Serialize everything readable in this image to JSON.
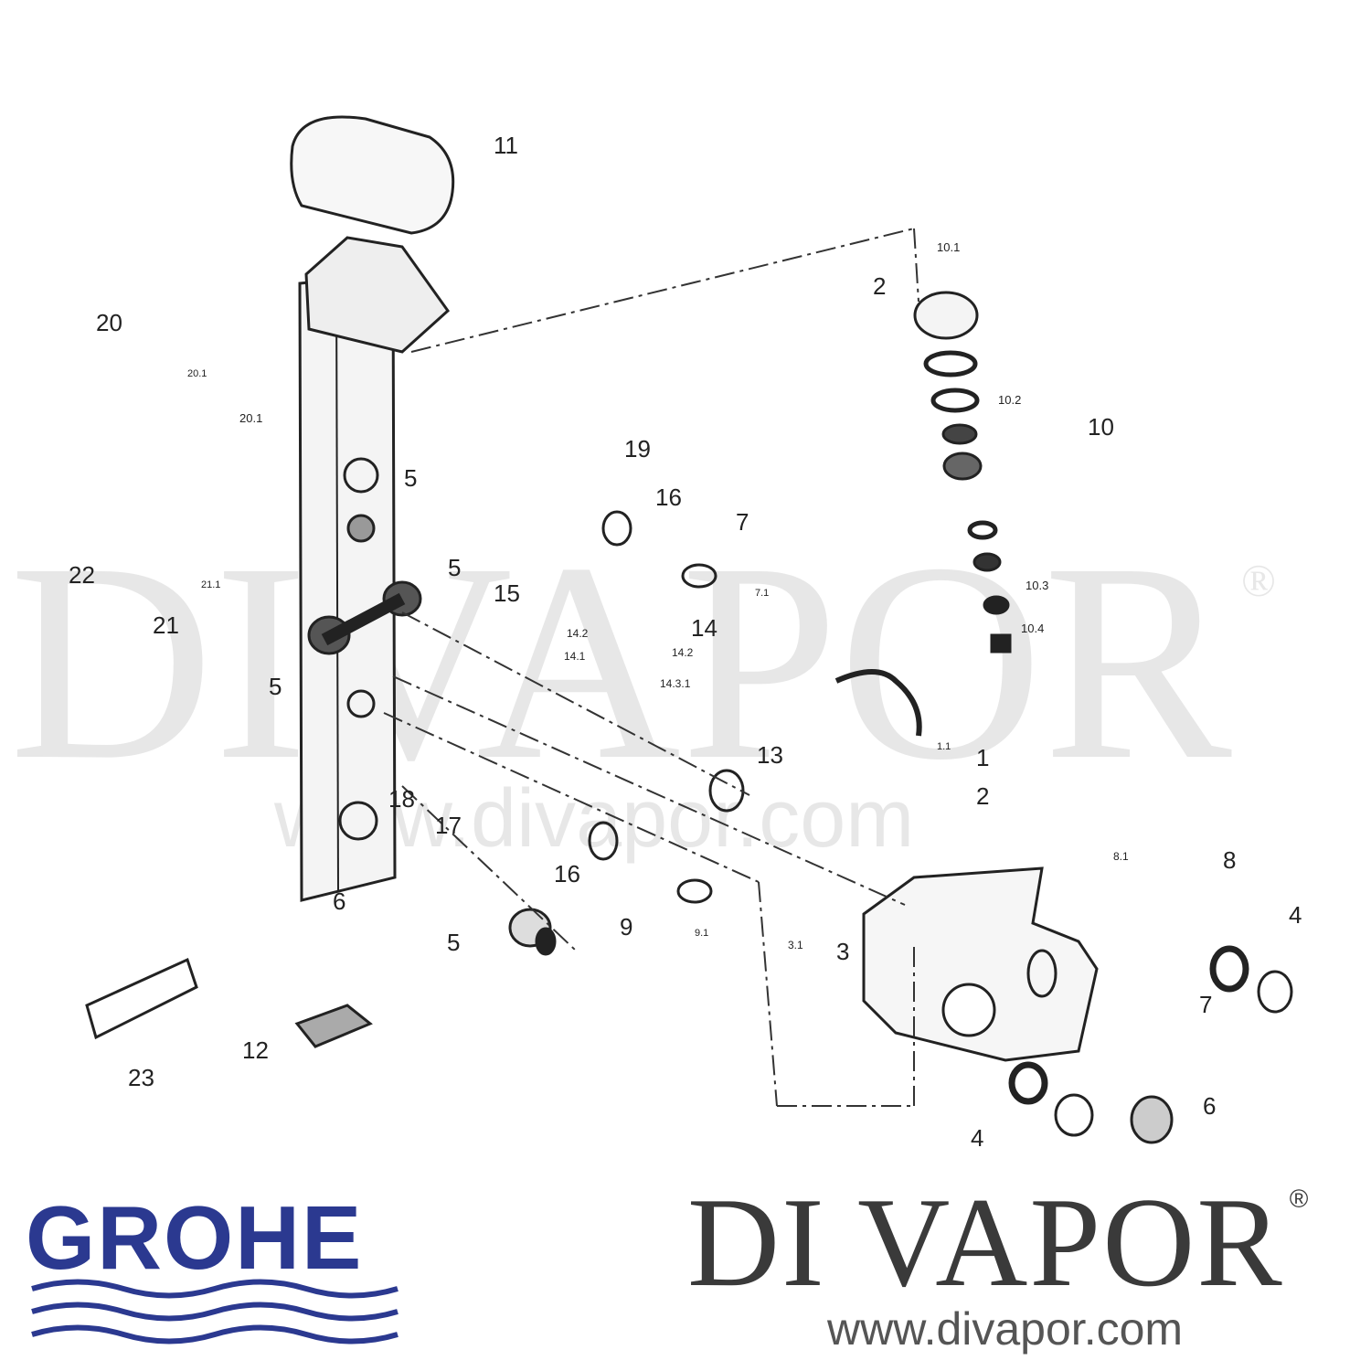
{
  "diagram": {
    "callouts": [
      "11",
      "10.1",
      "2",
      "10.2",
      "10",
      "10.3",
      "10.4",
      "20",
      "20.1",
      "20.1",
      "5",
      "19",
      "16",
      "7",
      "7.1",
      "22",
      "21.1",
      "21",
      "5",
      "15",
      "14",
      "14.2",
      "14.1",
      "14.2",
      "14.3.1",
      "5",
      "13",
      "1.1",
      "1",
      "2",
      "18",
      "17",
      "16",
      "9",
      "9.1",
      "5",
      "6",
      "3.1",
      "3",
      "8.1",
      "8",
      "4",
      "7",
      "23",
      "12",
      "4",
      "6"
    ]
  },
  "watermark": {
    "text": "DIVAPOR",
    "registered": "®",
    "url": "www.divapor.com"
  },
  "logos": {
    "grohe": {
      "text": "GROHE",
      "color": "#2b3990"
    },
    "divapor": {
      "text": "DI VAPOR",
      "registered": "®",
      "url": "www.divapor.com",
      "color": "#3a3a3a"
    }
  }
}
